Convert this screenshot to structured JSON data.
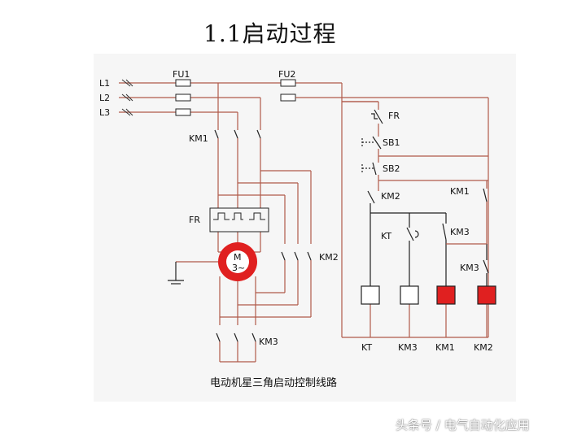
{
  "title": "1.1启动过程",
  "caption": "电动机星三角启动控制线路",
  "watermark": "头条号 / 电气自动化应用",
  "labels": {
    "L1": "L1",
    "L2": "L2",
    "L3": "L3",
    "FU1": "FU1",
    "FU2": "FU2",
    "FR_contact": "FR",
    "SB1": "SB1",
    "SB2": "SB2",
    "KM2_nc": "KM2",
    "KT_contact": "KT",
    "KM3_nc": "KM3",
    "KM1_aux": "KM1",
    "KM3_aux": "KM3",
    "KM1_main": "KM1",
    "FR_heater": "FR",
    "KM2_main": "KM2",
    "KM3_main": "KM3",
    "motor_line1": "M",
    "motor_line2": "3~",
    "coil_KT": "KT",
    "coil_KM3": "KM3",
    "coil_KM1": "KM1",
    "coil_KM2": "KM2"
  },
  "colors": {
    "wire": "#b05a4a",
    "black_wire": "#222222",
    "active_coil": "#e02020",
    "motor": "#e02020"
  }
}
